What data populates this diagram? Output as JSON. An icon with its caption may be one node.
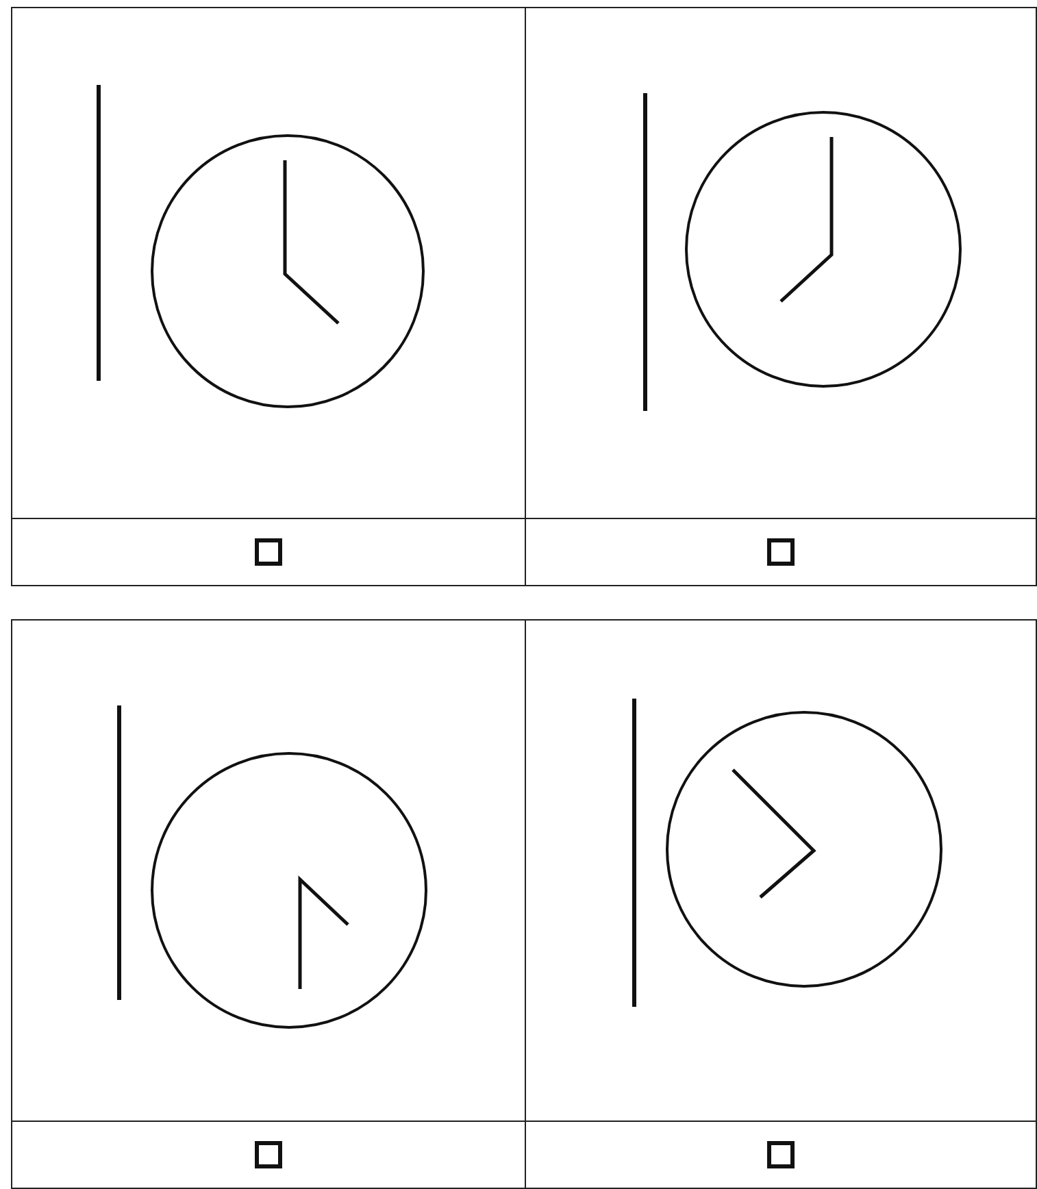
{
  "diagram": {
    "nodes": [
      {
        "text": [],
        "shape": "picture"
      },
      {
        "text": [],
        "shape": "picture"
      },
      {
        "text": [],
        "shape": "picture"
      },
      {
        "text": [],
        "shape": "picture"
      }
    ]
  }
}
